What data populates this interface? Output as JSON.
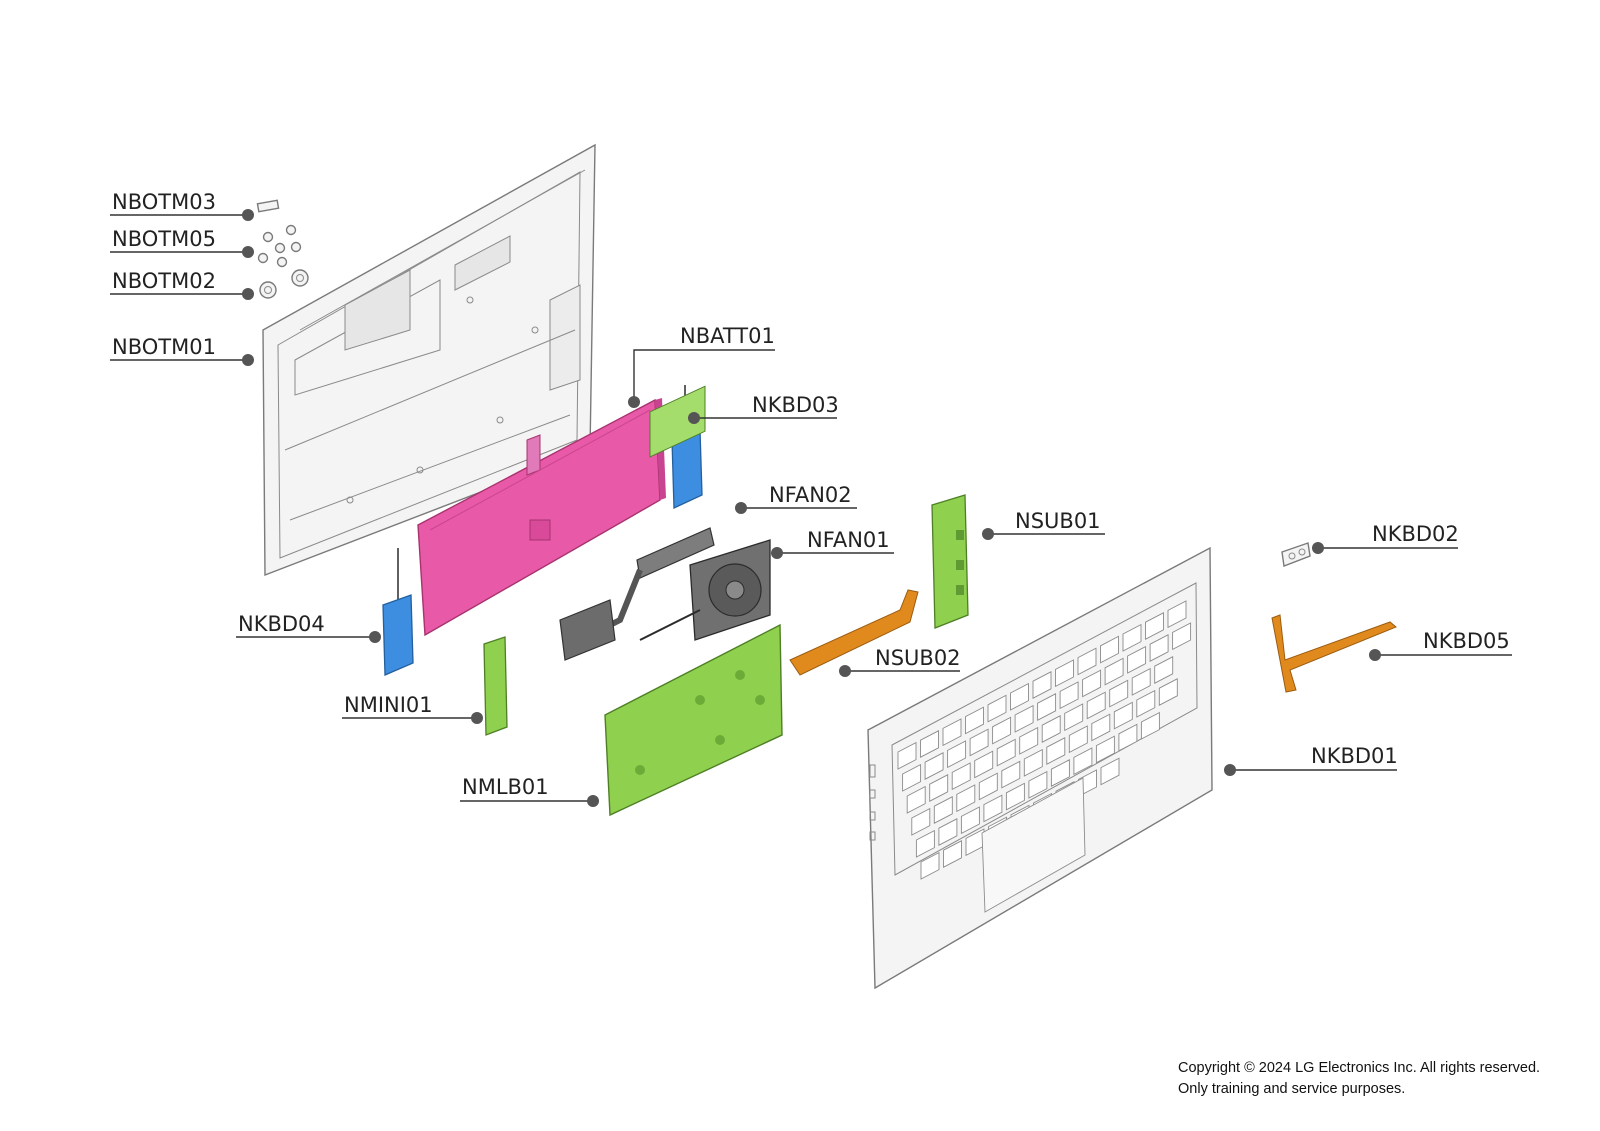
{
  "parts": [
    {
      "id": "NBOTM03"
    },
    {
      "id": "NBOTM05"
    },
    {
      "id": "NBOTM02"
    },
    {
      "id": "NBOTM01"
    },
    {
      "id": "NBATT01"
    },
    {
      "id": "NKBD03"
    },
    {
      "id": "NFAN02"
    },
    {
      "id": "NFAN01"
    },
    {
      "id": "NSUB01"
    },
    {
      "id": "NKBD02"
    },
    {
      "id": "NKBD04"
    },
    {
      "id": "NSUB02"
    },
    {
      "id": "NKBD05"
    },
    {
      "id": "NMINI01"
    },
    {
      "id": "NMLB01"
    },
    {
      "id": "NKBD01"
    }
  ],
  "colors": {
    "battery": "#e85aa8",
    "speaker": "#3d8ee0",
    "board": "#8fd14f",
    "cable": "#e08a1e",
    "chassis": "#f4f4f4",
    "outline": "#7a7a7a"
  },
  "footer": {
    "copyright_line1": "Copyright © 2024 LG Electronics Inc. All rights reserved.",
    "copyright_line2": "Only training and service purposes."
  }
}
